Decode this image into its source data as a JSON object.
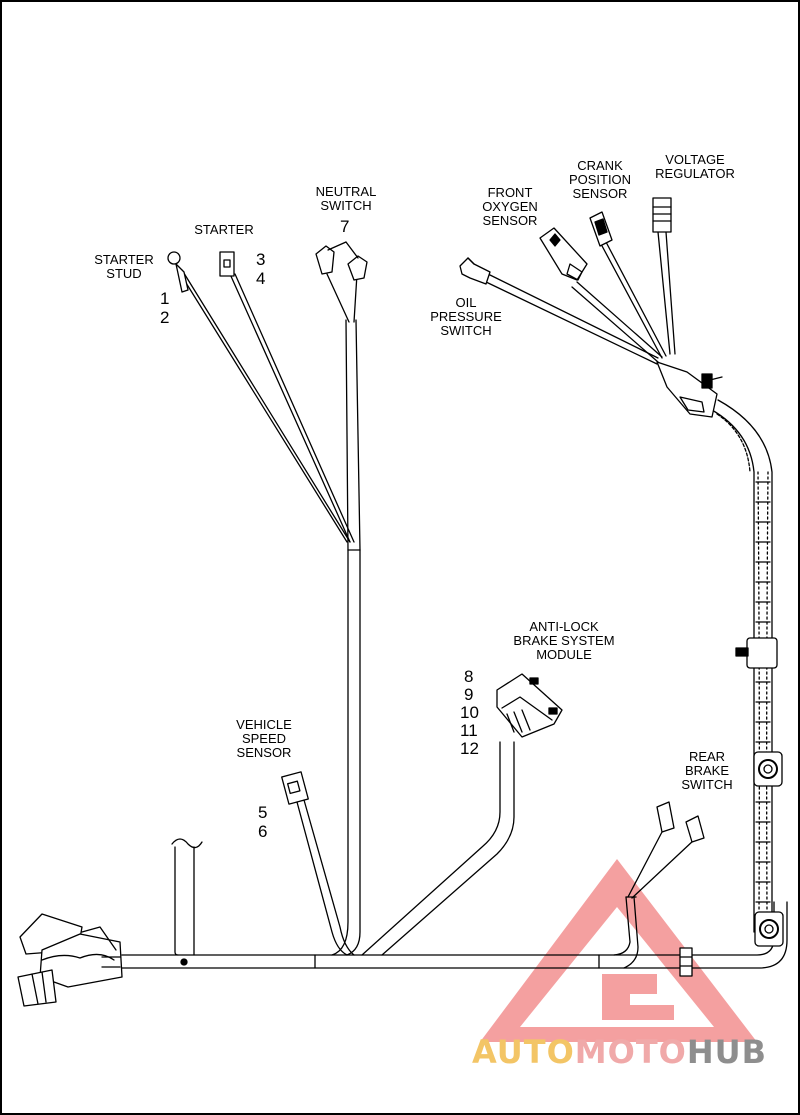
{
  "labels": {
    "starter_stud": "STARTER\nSTUD",
    "starter": "STARTER",
    "neutral_switch": "NEUTRAL\nSWITCH",
    "front_oxygen_sensor": "FRONT\nOXYGEN\nSENSOR",
    "crank_position_sensor": "CRANK\nPOSITION\nSENSOR",
    "voltage_regulator": "VOLTAGE\nREGULATOR",
    "oil_pressure_switch": "OIL\nPRESSURE\nSWITCH",
    "anti_lock_brake_system_module": "ANTI-LOCK\nBRAKE SYSTEM\nMODULE",
    "vehicle_speed_sensor": "VEHICLE\nSPEED\nSENSOR",
    "rear_brake_switch": "REAR\nBRAKE\nSWITCH"
  },
  "callouts": {
    "c1": "1",
    "c2": "2",
    "c3": "3",
    "c4": "4",
    "c5": "5",
    "c6": "6",
    "c7": "7",
    "c8": "8",
    "c9": "9",
    "c10": "10",
    "c11": "11",
    "c12": "12"
  },
  "watermark": {
    "part1": "AUTO",
    "part2": "MOTO",
    "part3": "HUB",
    "colors": {
      "auto": "#f3c566",
      "moto": "#f0a9a9",
      "hub": "#8e8e8e",
      "triangle": "#f08080"
    }
  }
}
